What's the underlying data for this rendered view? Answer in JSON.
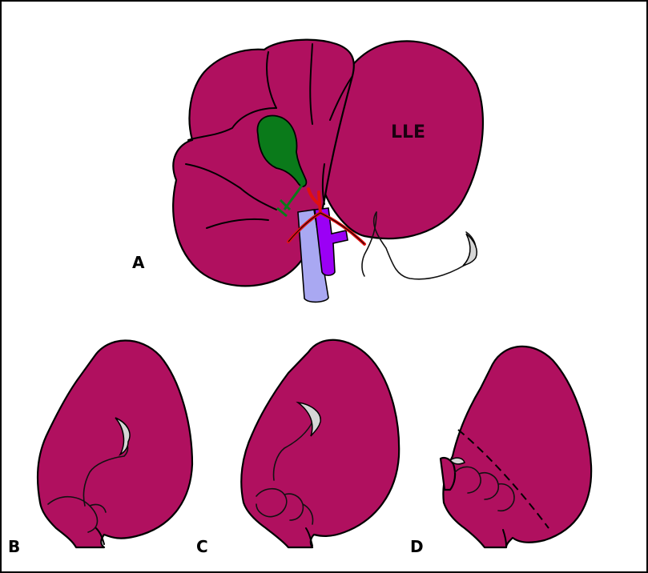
{
  "labels": {
    "lobe": "LLE",
    "panel_a": "A",
    "panel_b": "B",
    "panel_c": "C",
    "panel_d": "D"
  },
  "colors": {
    "liver": "#b0105f",
    "gallbladder": "#0a7a1a",
    "portal_vein": "#9b00f5",
    "vena_cava": "#a9a8f2",
    "artery": "#e01010",
    "frame": "#000000"
  }
}
